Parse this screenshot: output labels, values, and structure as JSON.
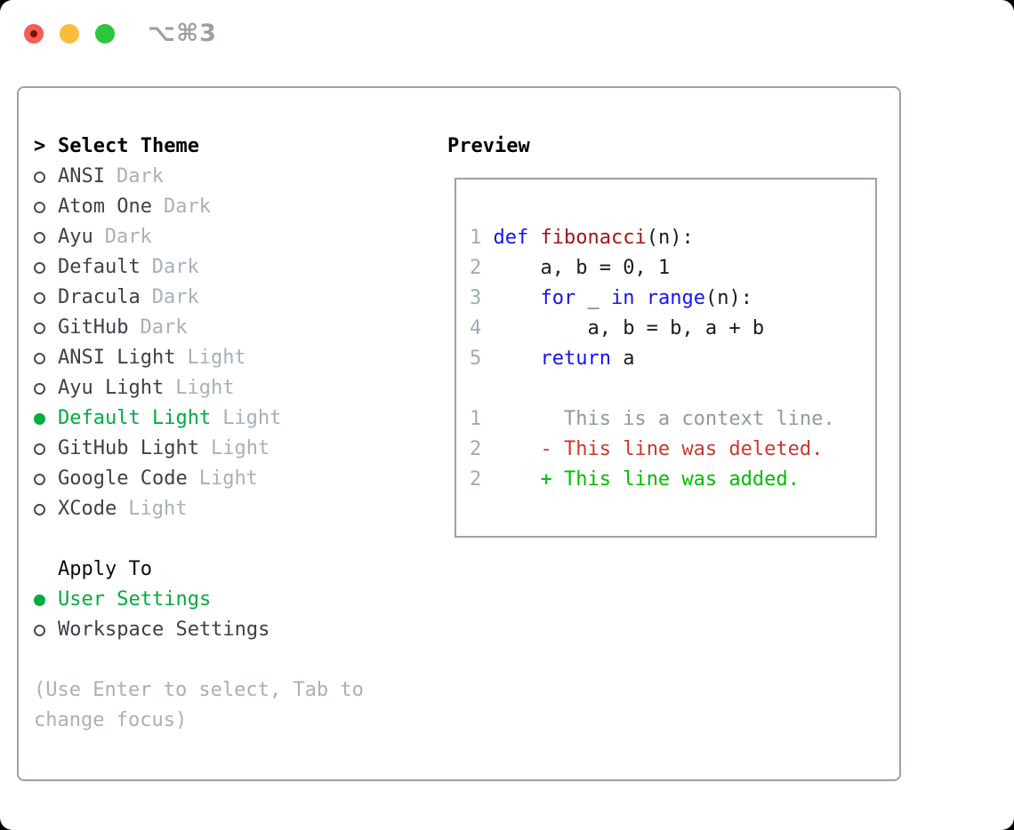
{
  "window": {
    "title": "⌥⌘3",
    "traffic_lights": [
      "close",
      "minimize",
      "zoom"
    ]
  },
  "colors": {
    "accent_green": "#00ac3f",
    "keyword_blue": "#1414f0",
    "function_red": "#a31515",
    "deleted_red": "#c9392c",
    "added_green": "#00bd00",
    "context_gray": "#8f99a3",
    "line_number_gray": "#a0aab8",
    "muted_gray": "#a8b0bb",
    "item_text": "#3c4149",
    "code_text": "#1c1c1c",
    "border_gray": "#9aa2ad",
    "traffic_red": "#f35e54",
    "traffic_red_dot": "#7d100a",
    "traffic_yellow": "#f8bd3c",
    "traffic_green": "#2dc63e"
  },
  "theme_selector": {
    "prompt": ">",
    "header": "Select Theme",
    "items": [
      {
        "name": "ANSI",
        "variant": "Dark",
        "selected": false
      },
      {
        "name": "Atom One",
        "variant": "Dark",
        "selected": false
      },
      {
        "name": "Ayu",
        "variant": "Dark",
        "selected": false
      },
      {
        "name": "Default",
        "variant": "Dark",
        "selected": false
      },
      {
        "name": "Dracula",
        "variant": "Dark",
        "selected": false
      },
      {
        "name": "GitHub",
        "variant": "Dark",
        "selected": false
      },
      {
        "name": "ANSI Light",
        "variant": "Light",
        "selected": false
      },
      {
        "name": "Ayu Light",
        "variant": "Light",
        "selected": false
      },
      {
        "name": "Default Light",
        "variant": "Light",
        "selected": true
      },
      {
        "name": "GitHub Light",
        "variant": "Light",
        "selected": false
      },
      {
        "name": "Google Code",
        "variant": "Light",
        "selected": false
      },
      {
        "name": "XCode",
        "variant": "Light",
        "selected": false
      }
    ]
  },
  "apply_to": {
    "header": "Apply To",
    "options": [
      {
        "label": "User Settings",
        "selected": true
      },
      {
        "label": "Workspace Settings",
        "selected": false
      }
    ]
  },
  "help": {
    "line1": "(Use Enter to select, Tab to",
    "line2": "change focus)"
  },
  "preview": {
    "header": "Preview",
    "lines": [
      {
        "num": "1",
        "segs": [
          {
            "t": " "
          },
          {
            "t": "def",
            "c": "keyword_blue"
          },
          {
            "t": " "
          },
          {
            "t": "fibonacci",
            "c": "function_red"
          },
          {
            "t": "(n):"
          }
        ]
      },
      {
        "num": "2",
        "segs": [
          {
            "t": "     a, b = 0, 1"
          }
        ]
      },
      {
        "num": "3",
        "segs": [
          {
            "t": "     "
          },
          {
            "t": "for",
            "c": "keyword_blue"
          },
          {
            "t": " _ "
          },
          {
            "t": "in",
            "c": "keyword_blue"
          },
          {
            "t": " "
          },
          {
            "t": "range",
            "c": "keyword_blue"
          },
          {
            "t": "(n):"
          }
        ]
      },
      {
        "num": "4",
        "segs": [
          {
            "t": "         a, b = b, a + b"
          }
        ]
      },
      {
        "num": "5",
        "segs": [
          {
            "t": "     "
          },
          {
            "t": "return",
            "c": "keyword_blue"
          },
          {
            "t": " a"
          }
        ]
      },
      {
        "num": "",
        "segs": []
      },
      {
        "num": "1",
        "segs": [
          {
            "t": "       This is a context line.",
            "c": "context_gray"
          }
        ]
      },
      {
        "num": "2",
        "segs": [
          {
            "t": "     "
          },
          {
            "t": "- This line was deleted.",
            "c": "deleted_red"
          }
        ]
      },
      {
        "num": "2",
        "segs": [
          {
            "t": "     "
          },
          {
            "t": "+ This line was added.",
            "c": "added_green"
          }
        ]
      }
    ]
  }
}
